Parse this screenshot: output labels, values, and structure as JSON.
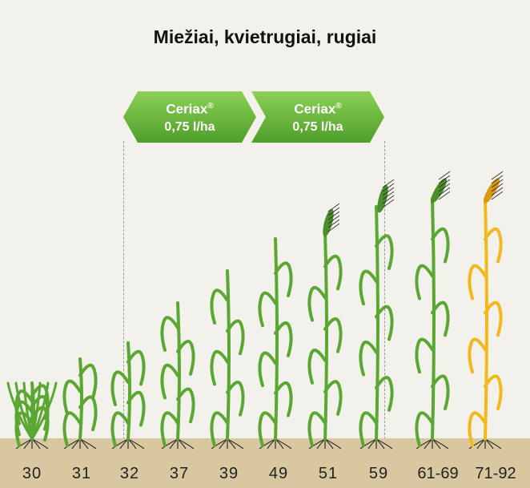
{
  "title": "Miežiai, kvietrugiai, rugiai",
  "applications": [
    {
      "product": "Ceriax",
      "mark": "®",
      "dose": "0,75 l/ha"
    },
    {
      "product": "Ceriax",
      "mark": "®",
      "dose": "0,75 l/ha"
    }
  ],
  "stages": [
    "30",
    "31",
    "32",
    "37",
    "39",
    "49",
    "51",
    "59",
    "61-69",
    "71-92"
  ],
  "colors": {
    "arrow_green": "#6cb643",
    "plant_green": "#5aa832",
    "ripe_yellow": "#f2b81c",
    "soil": "#d9c7a0",
    "background": "#f3f1ec"
  }
}
